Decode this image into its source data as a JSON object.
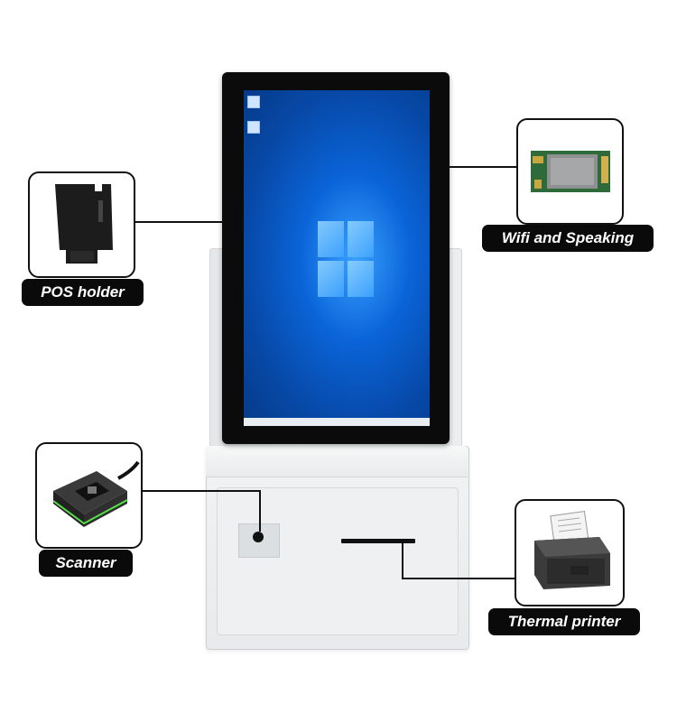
{
  "callouts": {
    "pos_holder": {
      "label": "POS holder",
      "icon": "pos-holder-icon"
    },
    "wifi": {
      "label": "Wifi and Speaking",
      "icon": "wifi-module-icon"
    },
    "scanner": {
      "label": "Scanner",
      "icon": "scanner-icon"
    },
    "printer": {
      "label": "Thermal printer",
      "icon": "thermal-printer-icon"
    }
  },
  "colors": {
    "label_bg": "#0a0a0a",
    "label_text": "#ffffff",
    "screen_blue": "#0a64d8",
    "kiosk_body": "#eceeef",
    "bezel": "#0b0b0b"
  }
}
